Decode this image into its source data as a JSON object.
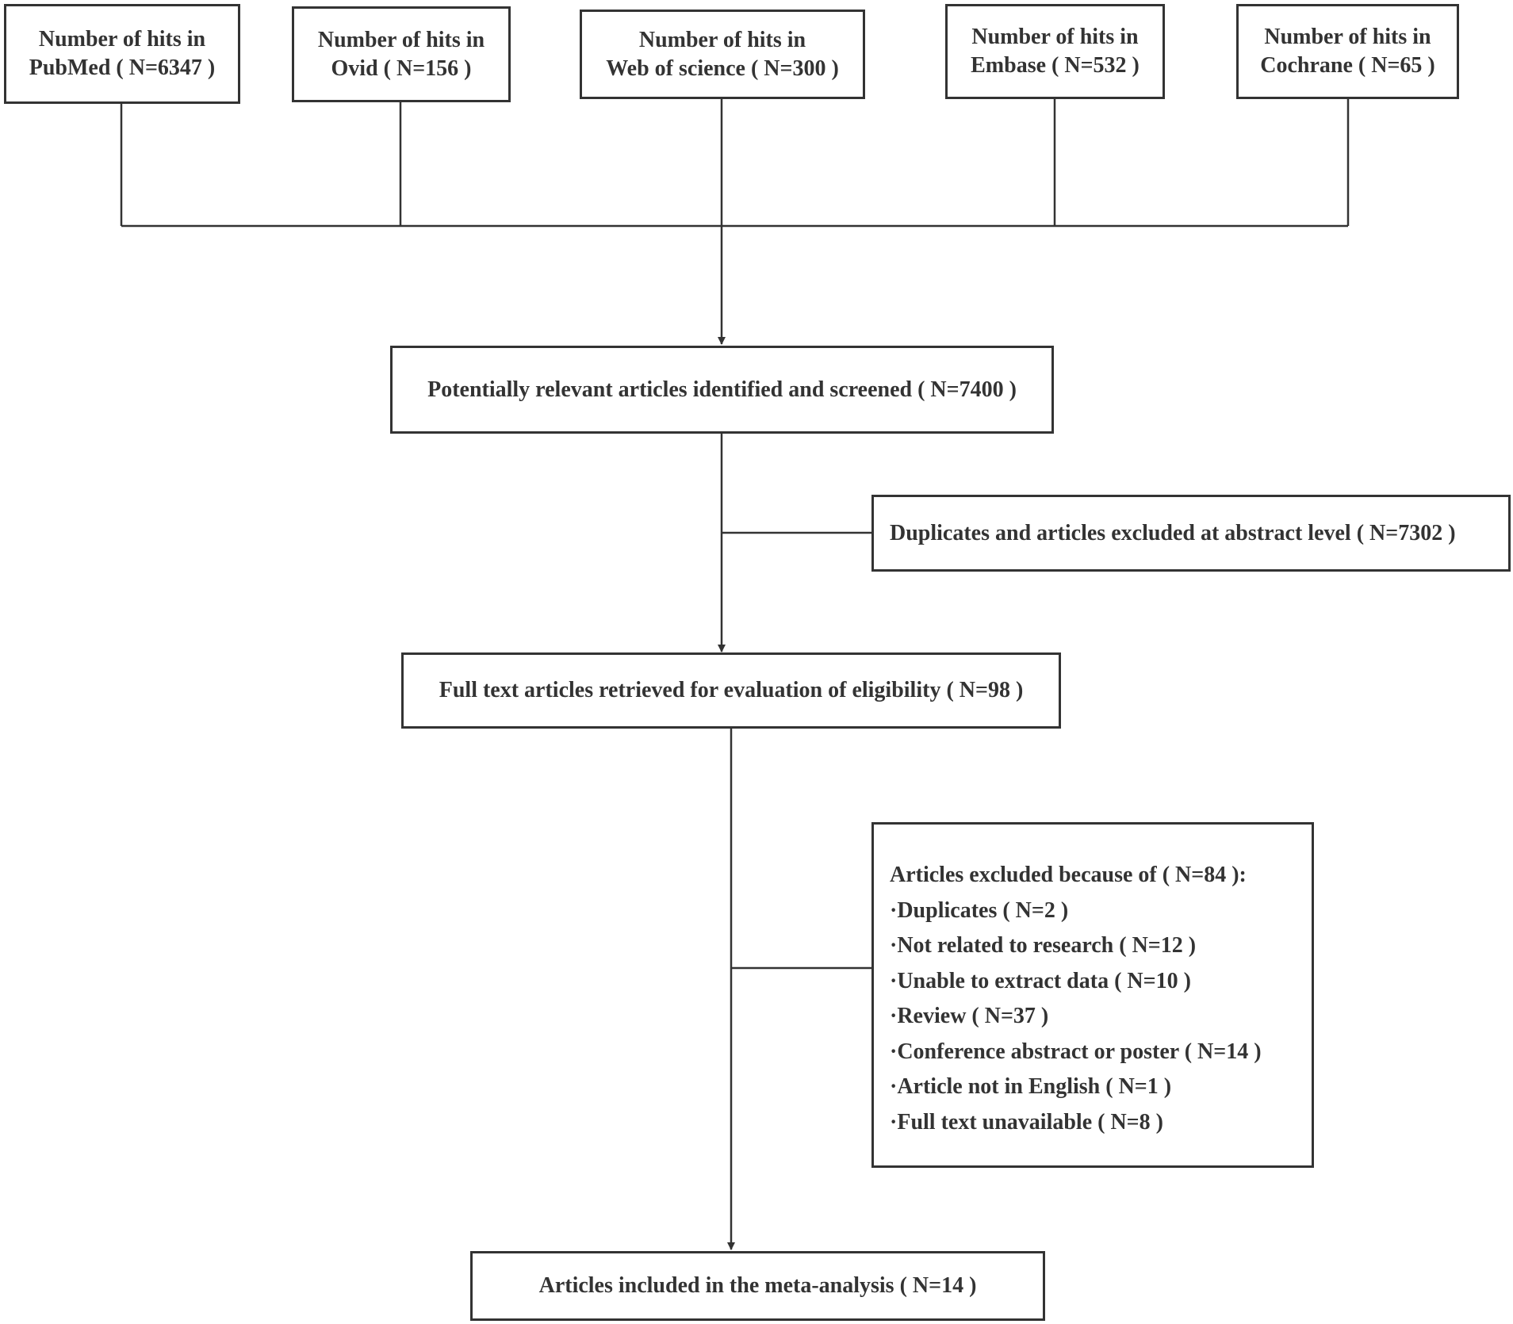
{
  "sources": [
    {
      "line1": "Number of hits in",
      "line2": "PubMed ( N=6347 )"
    },
    {
      "line1": "Number of hits in",
      "line2": "Ovid ( N=156 )"
    },
    {
      "line1": "Number of hits in",
      "line2": "Web of science ( N=300 )"
    },
    {
      "line1": "Number of hits in",
      "line2": "Embase ( N=532 )"
    },
    {
      "line1": "Number of hits in",
      "line2": "Cochrane ( N=65 )"
    }
  ],
  "screened": "Potentially relevant articles identified and screened ( N=7400 )",
  "excluded_abstract": "Duplicates and articles excluded at abstract level ( N=7302 )",
  "full_text": "Full text articles retrieved for evaluation of eligibility ( N=98 )",
  "excluded_full": {
    "heading": "Articles excluded because of ( N=84 ):",
    "reasons": [
      "·Duplicates ( N=2 )",
      "·Not related to research ( N=12 )",
      "·Unable to extract data ( N=10 )",
      "·Review ( N=37 )",
      "·Conference abstract or poster ( N=14 )",
      "·Article not in English ( N=1 )",
      "·Full text unavailable ( N=8 )"
    ]
  },
  "included": "Articles included in the meta-analysis ( N=14 )"
}
